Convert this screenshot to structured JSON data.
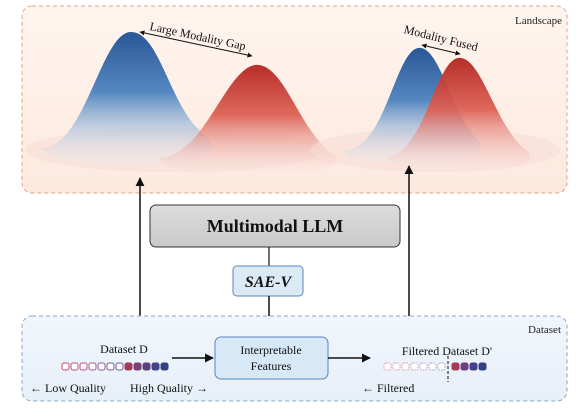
{
  "landscape": {
    "title": "Landscape",
    "gap_label": "Large Modality Gap",
    "fused_label": "Modality Fused"
  },
  "llm": {
    "label": "Multimodal LLM"
  },
  "sae": {
    "label": "SAE-V"
  },
  "dataset_panel": {
    "title": "Dataset",
    "input_label": "Dataset D",
    "low_quality_label": "← Low Quality",
    "high_quality_label": "High Quality →",
    "features_line1": "Interpretable",
    "features_line2": "Features",
    "output_label": "Filtered Dataset D'",
    "filtered_label": "← Filtered"
  },
  "colors": {
    "blue": "#2f62a4",
    "red": "#c8322b",
    "landscape_border": "#e8a28a",
    "dataset_border": "#8aa6c8",
    "llm_fill": "#d4d4d4",
    "sae_fill": "#dceaf6",
    "features_fill": "#d7e8f7",
    "empty_dot": "#d64a6a",
    "filled_dot_high": "#31407f"
  }
}
